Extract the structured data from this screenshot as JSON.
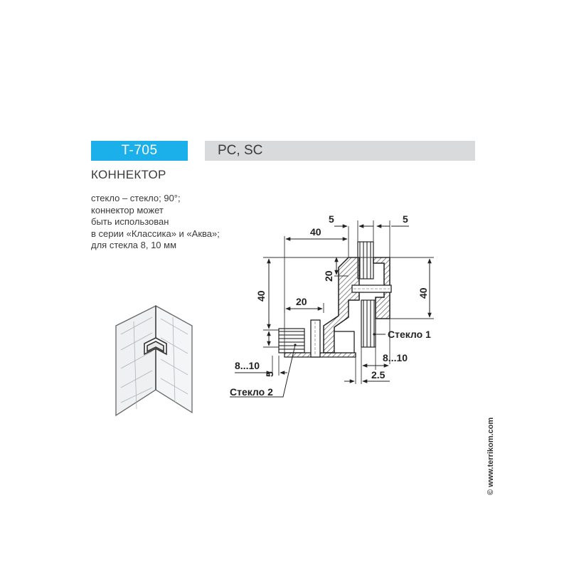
{
  "header": {
    "model": "T-705",
    "series": "PC, SC"
  },
  "product": {
    "title": "КОННЕКТОР",
    "description": [
      "стекло – стекло; 90°;",
      "коннектор может",
      "быть использован",
      "в серии «Классика» и «Аква»;",
      "для стекла 8, 10 мм"
    ]
  },
  "drawing": {
    "dims": {
      "d_5_left": "5",
      "d_5_right": "5",
      "d_40_top": "40",
      "d_40_left": "40",
      "d_40_right": "40",
      "d_20_vertical": "20",
      "d_20_horizontal": "20",
      "d_8_10_bottom": "8...10",
      "d_8_10_right": "8...10",
      "d_5_bottom": "5",
      "d_2_5": "2.5"
    },
    "labels": {
      "glass1": "Стекло 1",
      "glass2": "Стекло 2"
    }
  },
  "footer": {
    "copyright": "© www.terrikom.com"
  }
}
